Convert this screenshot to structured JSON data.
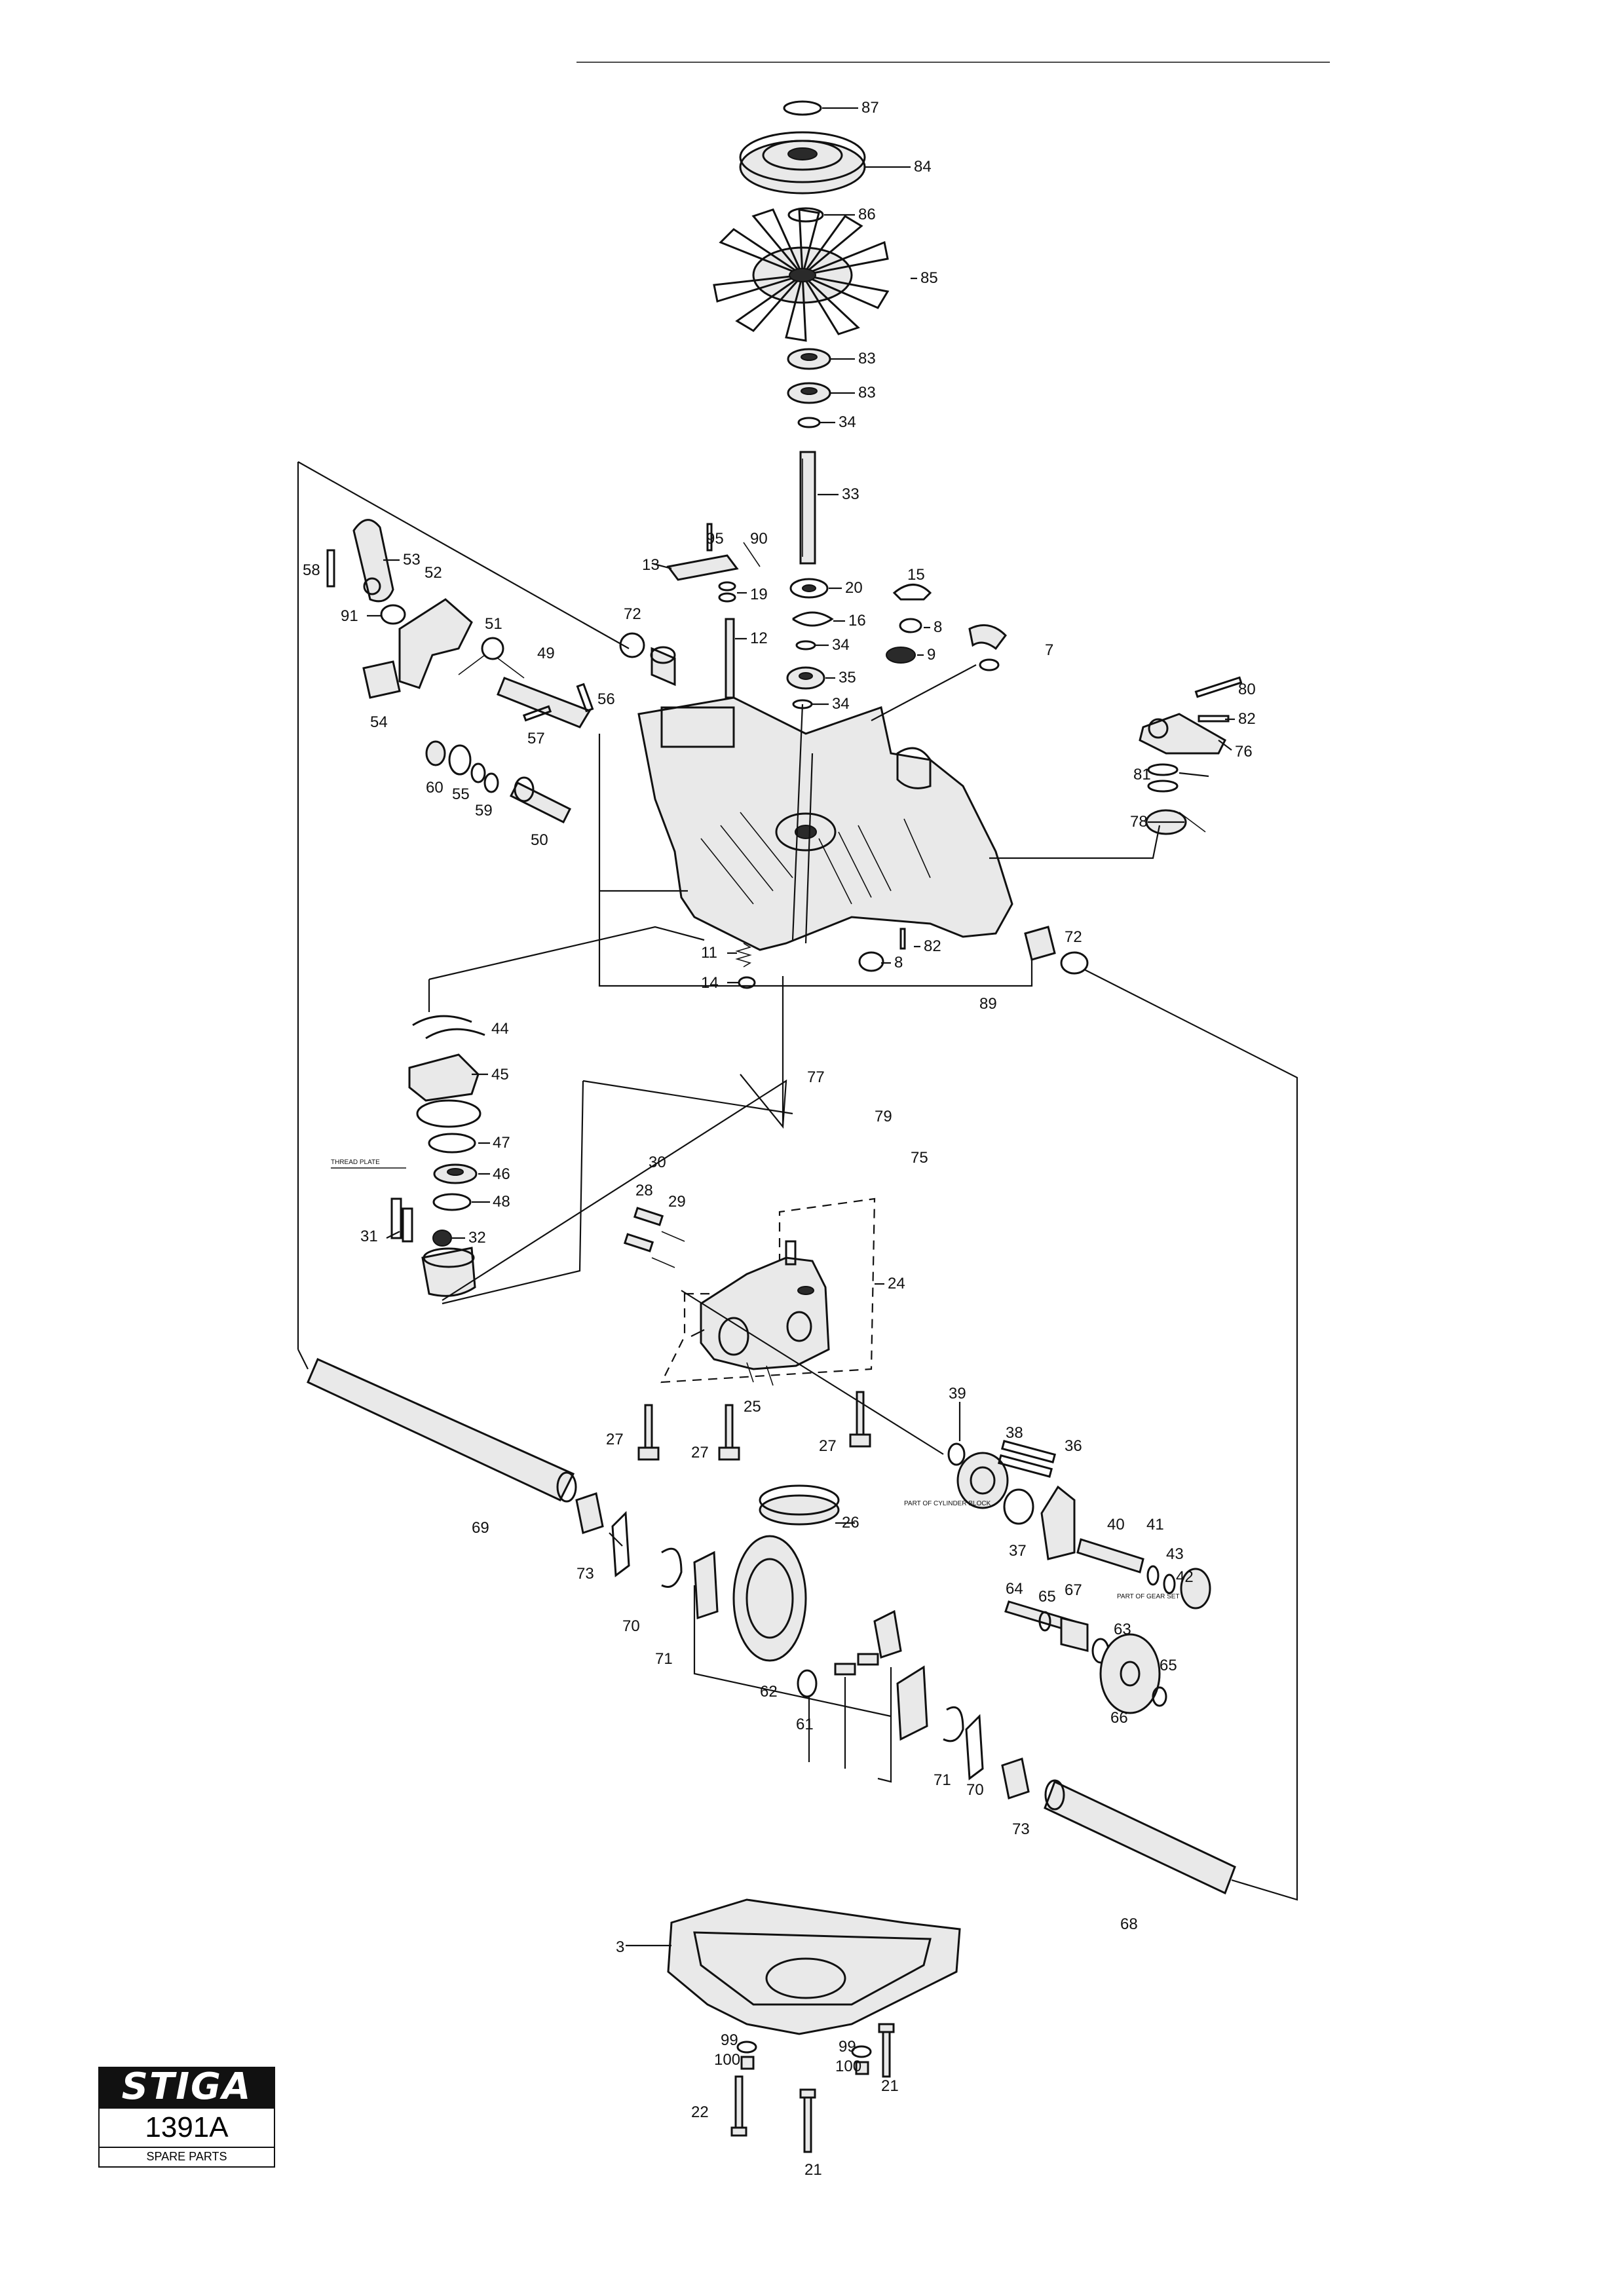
{
  "labels": [
    "87",
    "84",
    "86",
    "85",
    "83",
    "83",
    "34",
    "33",
    "95",
    "90",
    "13",
    "20",
    "19",
    "15",
    "16",
    "12",
    "34",
    "8",
    "9",
    "35",
    "34",
    "7",
    "58",
    "53",
    "91",
    "52",
    "72",
    "51",
    "49",
    "56",
    "54",
    "57",
    "80",
    "82",
    "76",
    "81",
    "78",
    "60",
    "55",
    "59",
    "50",
    "11",
    "14",
    "82",
    "8",
    "89",
    "72",
    "44",
    "45",
    "47",
    "46",
    "48",
    "77",
    "79",
    "75",
    "30",
    "28",
    "29",
    "31",
    "32",
    "24",
    "25",
    "27",
    "27",
    "27",
    "39",
    "38",
    "36",
    "26",
    "69",
    "73",
    "70",
    "71",
    "62",
    "37",
    "40",
    "41",
    "43",
    "42",
    "64",
    "65",
    "67",
    "63",
    "65",
    "66",
    "61",
    "71",
    "70",
    "73",
    "68",
    "3",
    "99",
    "100",
    "99",
    "100",
    "21",
    "22",
    "21"
  ],
  "notes": {
    "thread": "THREAD PLATE",
    "left_block": "PART OF CYLINDER BLOCK",
    "right_block": "PART OF GEAR SET"
  },
  "logo": {
    "brand": "STIGA",
    "number": "1391A",
    "caption": "SPARE PARTS"
  }
}
